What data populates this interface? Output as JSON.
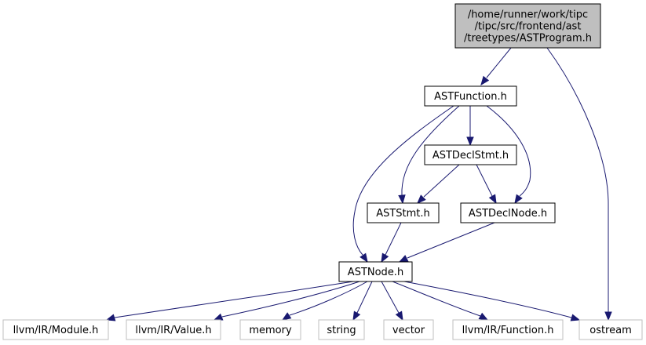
{
  "colors": {
    "edge": "#191970",
    "focus_fill": "#bfbfbf",
    "focus_stroke": "#000000",
    "node_fill": "#ffffff",
    "node_stroke": "#000000",
    "external_stroke": "#bfbfbf"
  },
  "nodes": {
    "program": {
      "lines": [
        "/home/runner/work/tipc",
        "/tipc/src/frontend/ast",
        "/treetypes/ASTProgram.h"
      ],
      "kind": "focus"
    },
    "function": {
      "lines": [
        "ASTFunction.h"
      ],
      "kind": "internal"
    },
    "declstmt": {
      "lines": [
        "ASTDeclStmt.h"
      ],
      "kind": "internal"
    },
    "stmt": {
      "lines": [
        "ASTStmt.h"
      ],
      "kind": "internal"
    },
    "declnode": {
      "lines": [
        "ASTDeclNode.h"
      ],
      "kind": "internal"
    },
    "node": {
      "lines": [
        "ASTNode.h"
      ],
      "kind": "internal"
    },
    "module": {
      "lines": [
        "llvm/IR/Module.h"
      ],
      "kind": "external"
    },
    "value": {
      "lines": [
        "llvm/IR/Value.h"
      ],
      "kind": "external"
    },
    "memory": {
      "lines": [
        "memory"
      ],
      "kind": "external"
    },
    "string": {
      "lines": [
        "string"
      ],
      "kind": "external"
    },
    "vector": {
      "lines": [
        "vector"
      ],
      "kind": "external"
    },
    "irfunction": {
      "lines": [
        "llvm/IR/Function.h"
      ],
      "kind": "external"
    },
    "ostream": {
      "lines": [
        "ostream"
      ],
      "kind": "external"
    }
  },
  "edges": [
    {
      "from": "program",
      "to": "function"
    },
    {
      "from": "program",
      "to": "ostream"
    },
    {
      "from": "function",
      "to": "declstmt"
    },
    {
      "from": "function",
      "to": "stmt"
    },
    {
      "from": "function",
      "to": "declnode"
    },
    {
      "from": "function",
      "to": "node"
    },
    {
      "from": "declstmt",
      "to": "stmt"
    },
    {
      "from": "declstmt",
      "to": "declnode"
    },
    {
      "from": "stmt",
      "to": "node"
    },
    {
      "from": "declnode",
      "to": "node"
    },
    {
      "from": "node",
      "to": "module"
    },
    {
      "from": "node",
      "to": "value"
    },
    {
      "from": "node",
      "to": "memory"
    },
    {
      "from": "node",
      "to": "string"
    },
    {
      "from": "node",
      "to": "vector"
    },
    {
      "from": "node",
      "to": "irfunction"
    },
    {
      "from": "node",
      "to": "ostream"
    }
  ]
}
